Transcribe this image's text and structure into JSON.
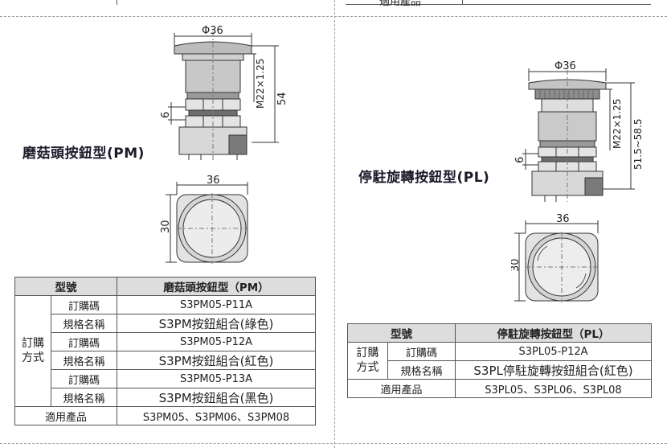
{
  "left": {
    "title": "磨菇頭按鈕型(PM)",
    "dims": {
      "cap_dia": "Φ36",
      "thread": "M22×1.25",
      "height": "54",
      "nut": "6",
      "width": "36",
      "depth": "30"
    },
    "table": {
      "header_model": "型號",
      "header_type": "磨菇頭按鈕型（PM）",
      "order_method": "訂購方式",
      "order_code_label": "訂購碼",
      "spec_name_label": "規格名稱",
      "rows": [
        {
          "code": "S3PM05-P11A",
          "spec": "S3PM按鈕組合(綠色)"
        },
        {
          "code": "S3PM05-P12A",
          "spec": "S3PM按鈕組合(紅色)"
        },
        {
          "code": "S3PM05-P13A",
          "spec": "S3PM按鈕組合(黑色)"
        }
      ],
      "applicable_label": "適用產品",
      "applicable_value": "S3PM05、S3PM06、S3PM08"
    }
  },
  "right": {
    "title": "停駐旋轉按鈕型(PL)",
    "dims": {
      "cap_dia": "Φ36",
      "thread": "M22×1.25",
      "height": "51.5~58.5",
      "nut": "6",
      "width": "36",
      "depth": "30"
    },
    "table": {
      "header_model": "型號",
      "header_type": "停駐旋轉按鈕型（PL）",
      "order_method": "訂購方式",
      "order_code_label": "訂購碼",
      "spec_name_label": "規格名稱",
      "rows": [
        {
          "code": "S3PL05-P12A",
          "spec": "S3PL停駐旋轉按鈕組合(紅色)"
        }
      ],
      "applicable_label": "適用產品",
      "applicable_value": "S3PL05、S3PL06、S3PL08"
    }
  },
  "top_cut_label": "適用產品"
}
